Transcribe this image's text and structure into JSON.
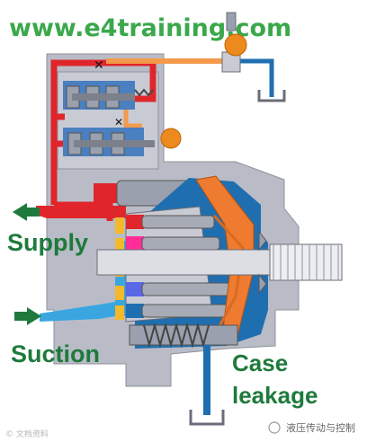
{
  "header": {
    "site_url": "www.e4training.com"
  },
  "labels": {
    "supply": "Supply",
    "suction": "Suction",
    "case_line1": "Case",
    "case_line2": "leakage"
  },
  "watermarks": {
    "left": "© 文档资料",
    "right": "液压传动与控制"
  },
  "colors": {
    "supply_pressure": "#e0262b",
    "suction": "#39a6e0",
    "case_drain": "#1f6fb0",
    "pilot_line": "#f39a4c",
    "housing": "#b9bcc6",
    "swash_plate": "#ee7b30",
    "label_green": "#1e7a3c",
    "url_green": "#3aa84b"
  },
  "pistons": [
    {
      "color": "#e0262b"
    },
    {
      "color": "#ff2d9a"
    },
    {
      "color": "#b23adf"
    },
    {
      "color": "#5a67e6"
    },
    {
      "color": "#1f6fb0"
    }
  ]
}
